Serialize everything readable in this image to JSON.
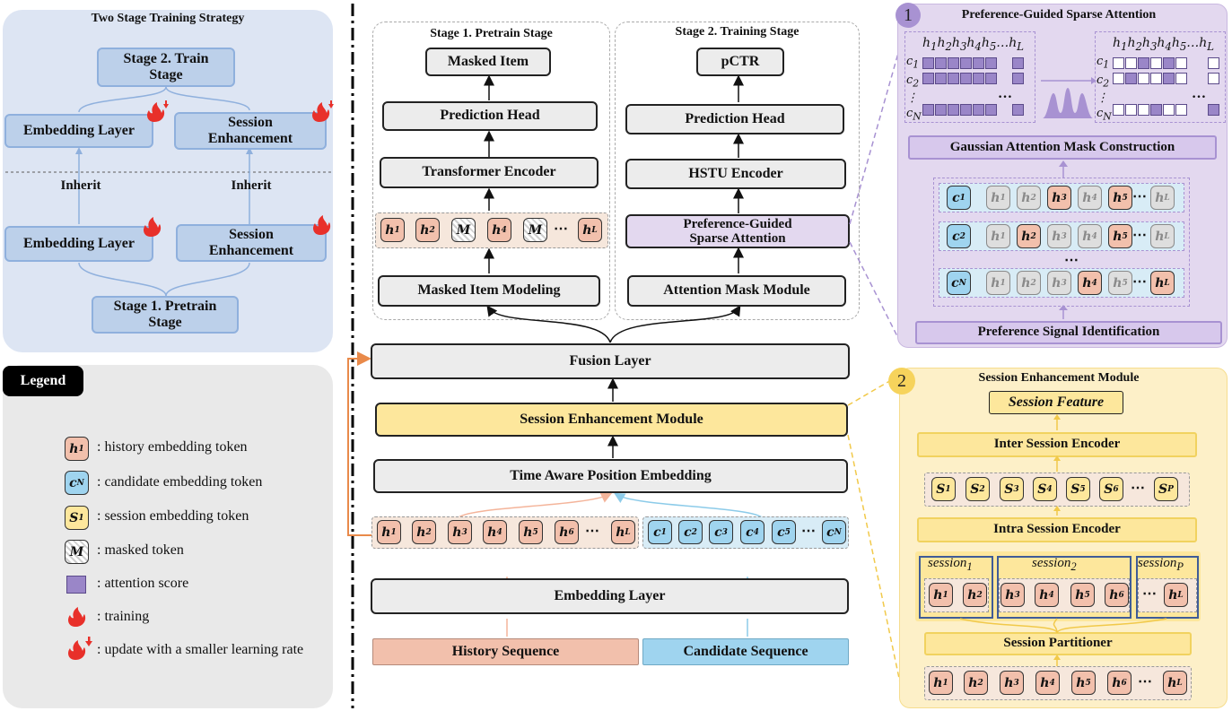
{
  "strategy": {
    "title": "Two Stage Training Strategy",
    "stage2": "Stage 2. Train Stage",
    "emb_top": "Embedding Layer",
    "sess_top": "Session Enhancement",
    "inherit": "Inherit",
    "emb_bot": "Embedding Layer",
    "sess_bot": "Session Enhancement",
    "stage1": "Stage 1. Pretrain Stage"
  },
  "legend": {
    "title": "Legend",
    "items": [
      "history embedding token",
      "candidate embedding token",
      "session embedding token",
      "masked token",
      "attention score",
      "training",
      "update with a smaller learning rate"
    ]
  },
  "center": {
    "stage1_title": "Stage 1. Pretrain Stage",
    "masked_item": "Masked Item",
    "pred_head_1": "Prediction Head",
    "transformer": "Transformer Encoder",
    "mim": "Masked Item Modeling",
    "stage2_title": "Stage 2. Training Stage",
    "pctr": "pCTR",
    "pred_head_2": "Prediction Head",
    "hstu": "HSTU Encoder",
    "pgsa": "Preference-Guided Sparse Attention",
    "amm": "Attention Mask Module",
    "fusion": "Fusion Layer",
    "sem": "Session Enhancement Module",
    "tape": "Time Aware Position Embedding",
    "emb": "Embedding Layer",
    "hist": "History Sequence",
    "cand": "Candidate Sequence"
  },
  "panel1": {
    "number": "1",
    "title": "Preference-Guided Sparse Attention",
    "gauss": "Gaussian Attention Mask Construction",
    "psi": "Preference Signal Identification"
  },
  "panel2": {
    "number": "2",
    "title": "Session Enhancement Module",
    "feature": "Session Feature",
    "inter": "Inter Session Encoder",
    "intra": "Intra Session Encoder",
    "partitioner": "Session Partitioner",
    "sess1": "session",
    "sess2": "session",
    "sessP": "session"
  },
  "colors": {
    "blue_panel": "#dde5f3",
    "legend_panel": "#e9e9e9",
    "purple_panel": "#e3d8ef",
    "yellow_panel": "#fdf0c8",
    "history": "#f2c0ac",
    "candidate": "#9fd4ef",
    "session": "#fde79c",
    "flame": "#e8302a"
  }
}
